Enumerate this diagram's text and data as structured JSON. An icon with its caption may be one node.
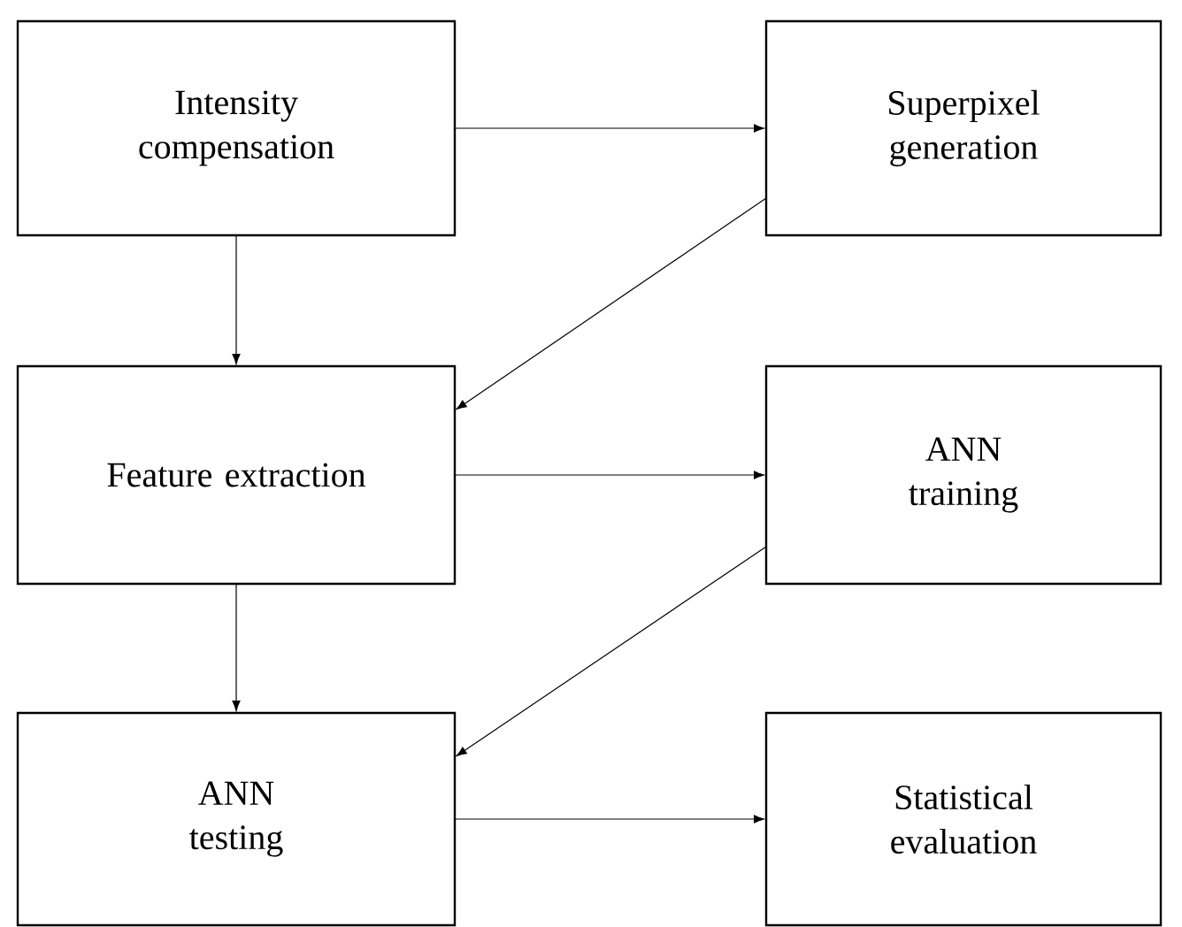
{
  "diagram": {
    "nodes": [
      {
        "text": [
          "Intensity compensation"
        ]
      },
      {
        "text": [
          "Superpixel generation"
        ]
      },
      {
        "text": [
          "Feature extraction"
        ]
      },
      {
        "text": [
          "ANN training"
        ]
      },
      {
        "text": [
          "ANN testing"
        ]
      },
      {
        "text": [
          "Statistical evaluation"
        ]
      }
    ],
    "edges": [
      {
        "from": 0,
        "to": 1,
        "arrow": "to"
      },
      {
        "from": 1,
        "to": 2,
        "arrow": "to"
      },
      {
        "from": 0,
        "to": 2,
        "arrow": "to"
      },
      {
        "from": 2,
        "to": 3,
        "arrow": "to"
      },
      {
        "from": 3,
        "to": 4,
        "arrow": "to"
      },
      {
        "from": 2,
        "to": 4,
        "arrow": "to"
      },
      {
        "from": 4,
        "to": 5,
        "arrow": "to"
      }
    ]
  }
}
